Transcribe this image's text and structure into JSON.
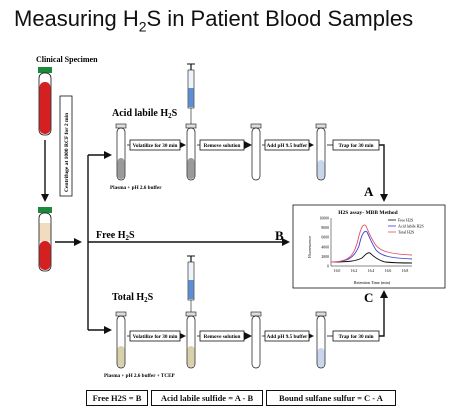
{
  "title": {
    "main": "Measuring H",
    "sub": "2",
    "tail": "S in Patient Blood Samples"
  },
  "specimen": {
    "label": "Clinical Specimen",
    "centrifuge": "Centrifuge at 1000 RCF for 2 min"
  },
  "rows": {
    "acid": {
      "label_main": "Acid labile H",
      "label_sub": "2",
      "label_tail": "S",
      "tube_caption": "Plasma + pH 2.6 buffer",
      "steps": [
        "Volatilize for 30 min",
        "Remove solution",
        "Add pH 9.5 buffer",
        "Trap for 30 min"
      ],
      "letter": "A"
    },
    "free": {
      "label_main": "Free H",
      "label_sub": "2",
      "label_tail": "S",
      "letter": "B"
    },
    "total": {
      "label_main": "Total H",
      "label_sub": "2",
      "label_tail": "S",
      "tube_caption": "Plasma + pH 2.6 buffer + TCEP",
      "steps": [
        "Volatilize for 30 min",
        "Remove solution",
        "Add pH 9.5 buffer",
        "Trap for 30 min"
      ],
      "letter": "C"
    }
  },
  "assay": {
    "title": "H2S assay- MBB Method",
    "ylabel": "Fluorescence",
    "xlabel": "Retention Time (min)",
    "yticks": [
      "10000",
      "8000",
      "6000",
      "4000",
      "2000",
      "0"
    ],
    "xticks": [
      "16.0",
      "16.2",
      "16.4",
      "16.6",
      "16.8"
    ],
    "legend": [
      {
        "name": "Free H2S",
        "color": "#111111"
      },
      {
        "name": "Acid labile H2S",
        "color": "#3b3bd6"
      },
      {
        "name": "Total H2S",
        "color": "#e0506a"
      }
    ]
  },
  "formulas": [
    "Free H2S = B",
    "Acid labile sulfide = A - B",
    "Bound sulfane sulfur = C - A"
  ],
  "colors": {
    "blood": "#d42020",
    "plasma": "#f2dcc0",
    "grey_fluid": "#9a9a9a",
    "blue_fluid": "#c7d6ec",
    "beige_fluid": "#d8d0a8",
    "green_cap": "#1a8a3a"
  }
}
